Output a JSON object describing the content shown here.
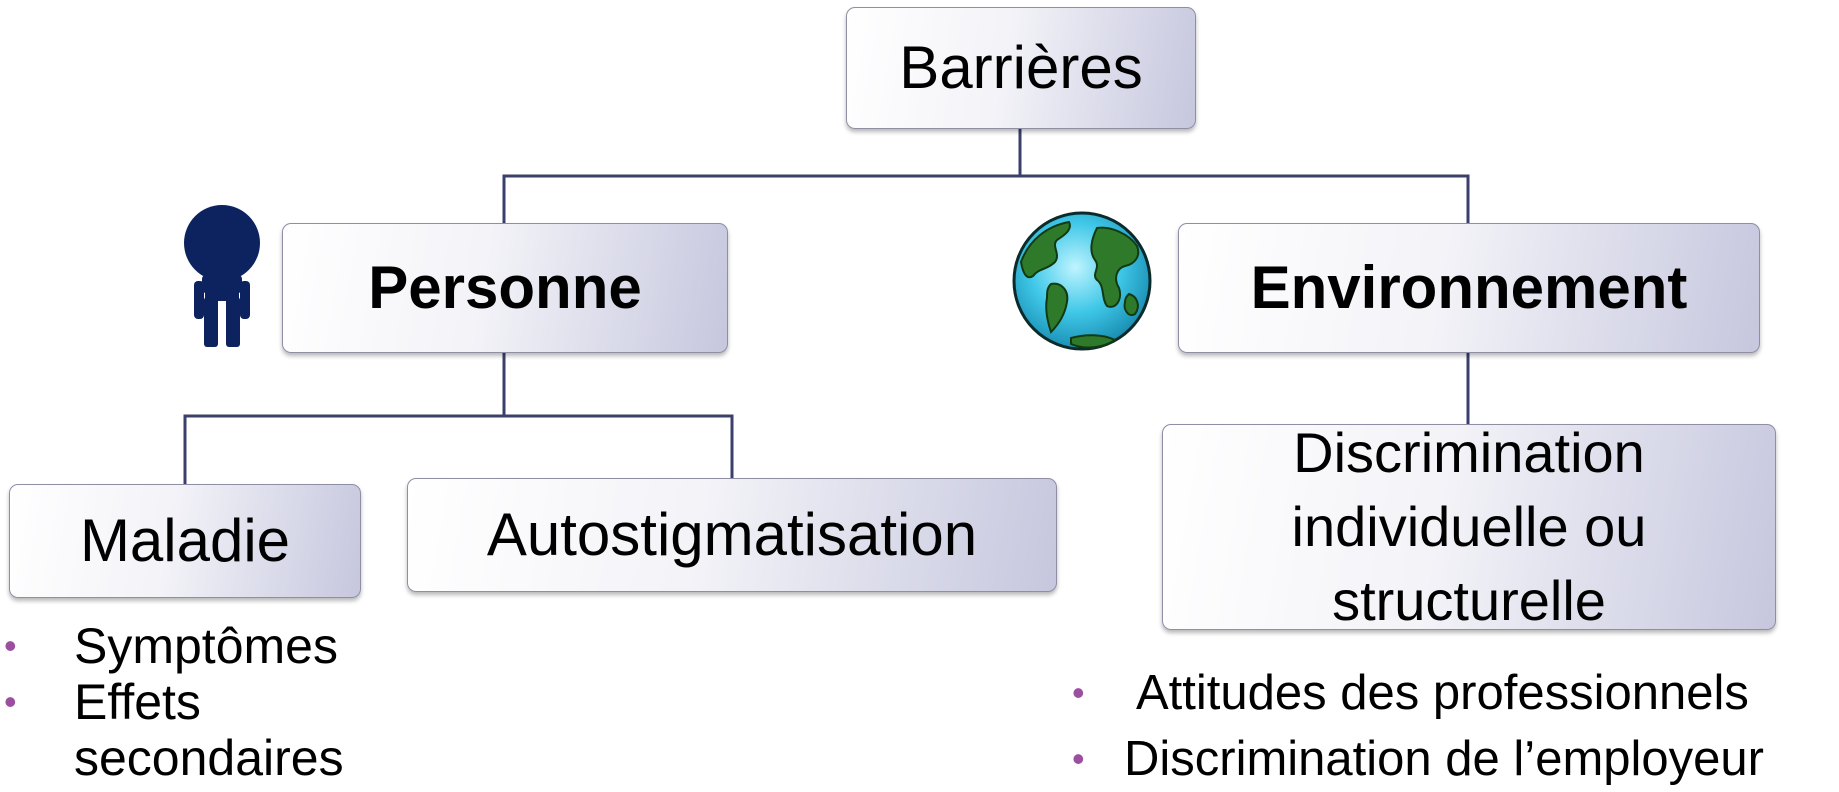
{
  "diagram": {
    "root": {
      "label": "Barrières"
    },
    "person": {
      "label": "Personne",
      "icon": "person-icon"
    },
    "environment": {
      "label": "Environnement",
      "icon": "globe-icon"
    },
    "illness": {
      "label": "Maladie"
    },
    "self_stigma": {
      "label": "Autostigmatisation"
    },
    "discrimination": {
      "label": "Discrimination individuelle ou structurelle"
    },
    "illness_bullets": [
      "Symptômes",
      "Effets secondaires"
    ],
    "discrimination_bullets": [
      "Attitudes des professionnels",
      "Discrimination de l’employeur"
    ]
  },
  "colors": {
    "connector": "#3a3f6b",
    "bullet": "#9b4f9f",
    "person_icon": "#0d2360",
    "globe_ocean": "#40c8e8",
    "globe_land": "#2f7a2a"
  }
}
